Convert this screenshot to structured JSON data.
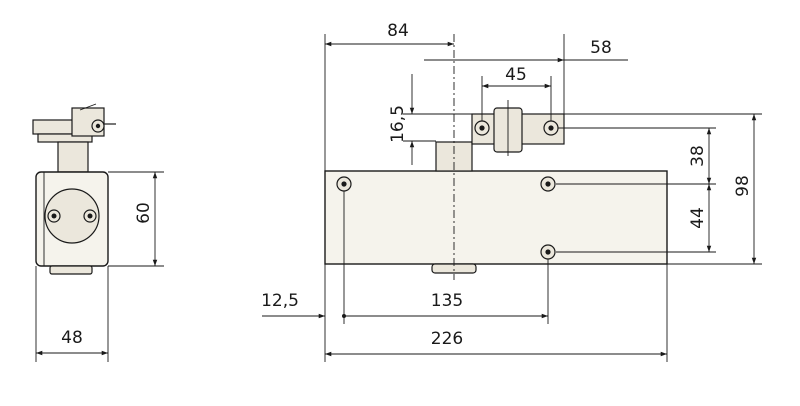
{
  "drawing": {
    "dimensions": {
      "top_width_84": "84",
      "top_width_58": "58",
      "bracket_width_45": "45",
      "bracket_height_16_5": "16,5",
      "screw_spacing_38": "38",
      "screw_spacing_44": "44",
      "total_height_98": "98",
      "body_height_60": "60",
      "side_width_48": "48",
      "edge_offset_12_5": "12,5",
      "hole_spacing_135": "135",
      "total_length_226": "226"
    }
  }
}
